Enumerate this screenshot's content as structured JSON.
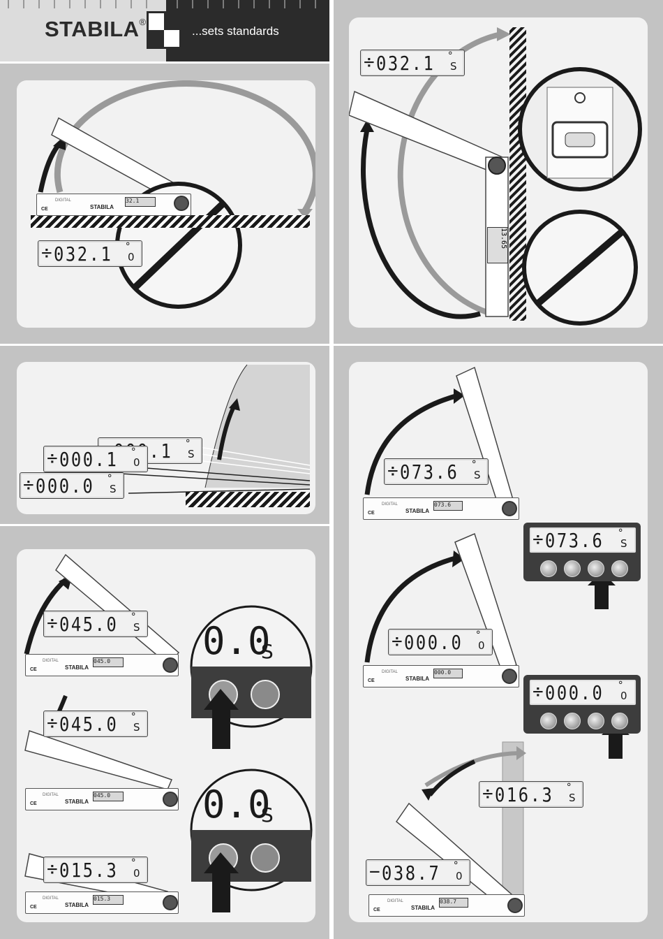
{
  "header": {
    "brand": "STABILA",
    "registered": "®",
    "slogan": "...sets standards"
  },
  "panel_1": {
    "display_value": "032.1",
    "display_unit": "0",
    "device_readout": "32.1"
  },
  "panel_2": {
    "display_value": "032.1",
    "display_unit": "S",
    "device_readout": "13.65"
  },
  "panel_3": {
    "display_1_value": "000.1",
    "display_1_unit": "S",
    "display_2_value": "000.1",
    "display_2_unit": "0",
    "display_3_value": "000.0",
    "display_3_unit": "S"
  },
  "panel_4": {
    "display_1_value": "045.0",
    "display_1_unit": "S",
    "device_1_readout": "045.0",
    "zoom_1_text": "0.0",
    "zoom_1_unit": "S",
    "display_2_value": "045.0",
    "display_2_unit": "S",
    "device_2_readout": "045.0",
    "zoom_2_text": "0.0",
    "zoom_2_unit": "S",
    "display_3_value": "015.3",
    "display_3_unit": "0",
    "device_3_readout": "015.3"
  },
  "panel_5": {
    "display_1_value": "073.6",
    "display_1_unit": "S",
    "device_1_readout": "073.6",
    "zoom_1_value": "073.6",
    "zoom_1_unit": "S",
    "display_2_value": "000.0",
    "display_2_unit": "0",
    "device_2_readout": "000.0",
    "zoom_2_value": "000.0",
    "zoom_2_unit": "0",
    "display_3_value": "016.3",
    "display_3_unit": "S",
    "display_4_value": "038.7",
    "display_4_unit": "0",
    "device_3_readout": "038.7"
  },
  "device": {
    "brand_label": "STABILA",
    "model_label": "DIGITAL",
    "ce_mark": "CE"
  },
  "colors": {
    "panel_bg": "#f2f2f2",
    "page_bg": "#c3c3c3",
    "dark": "#2b2b2b",
    "arrow_gray": "#9a9a9a"
  }
}
